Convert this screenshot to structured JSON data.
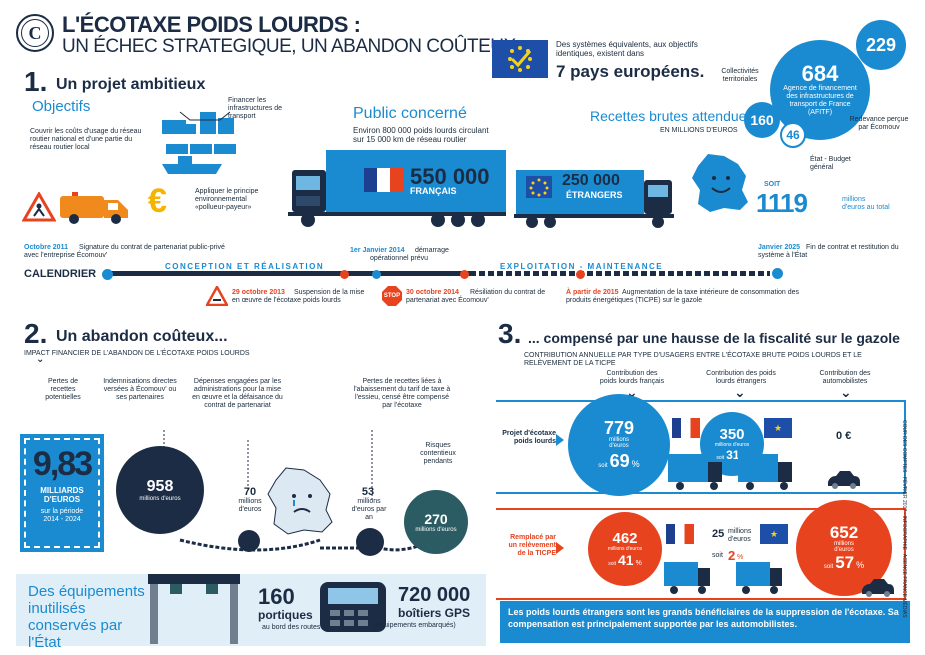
{
  "header": {
    "title": "L'ÉCOTAXE POIDS LOURDS :",
    "subtitle": "UN ÉCHEC STRATEGIQUE, UN ABANDON COÛTEUX",
    "eu_text": "Des systèmes équivalents, aux objectifs identiques, existent dans",
    "eu_big": "7 pays européens."
  },
  "section1": {
    "num": "1.",
    "title": "Un projet ambitieux",
    "objectifs": "Objectifs",
    "obj1": "Couvrir les coûts d'usage du réseau routier national et d'une partie du réseau routier local",
    "obj2": "Financer les infrastructures de transport",
    "obj3": "Appliquer le principe environnemental «pollueur-payeur»",
    "public_title": "Public concerné",
    "public_text": "Environ 800 000 poids lourds circulant sur 15 000 km de réseau routier",
    "fr_trucks": "550 000",
    "fr_label": "FRANÇAIS",
    "eu_trucks": "250 000",
    "eu_label": "ÉTRANGERS",
    "recettes_title": "Recettes brutes attendues",
    "recettes_unit": "EN MILLIONS D'EUROS",
    "c684": "684",
    "c684_label": "Agence de financement des infrastructures de transport de France (AFITF)",
    "c229": "229",
    "c229_label": "Redevance perçue par Écomouv",
    "c160": "160",
    "c160_label": "Collectivités territoriales",
    "c46": "46",
    "c46_label": "État - Budget général",
    "soit": "SOIT",
    "total": "1119",
    "total_unit": "millions d'euros au total"
  },
  "calendar": {
    "label": "CALENDRIER",
    "phase1": "CONCEPTION ET RÉALISATION",
    "phase2": "EXPLOITATION - MAINTENANCE",
    "e1_date": "Octobre 2011",
    "e1_text": "Signature du contrat de partenariat public-privé avec l'entreprise Écomouv'",
    "e2_date": "1er Janvier 2014",
    "e2_text": "démarrage opérationnel prévu",
    "e3_date": "Janvier 2025",
    "e3_text": "Fin de contrat et restitution du système à l'État",
    "e4_date": "29 octobre 2013",
    "e4_text": "Suspension de la mise en œuvre de l'écotaxe poids lourds",
    "e5_date": "30 octobre 2014",
    "e5_text": "Résiliation du contrat de partenariat avec Écomouv'",
    "stop": "STOP",
    "e6_date": "À partir de 2015",
    "e6_text": "Augmentation de la taxe intérieure de consommation des produits énergétiques (TICPE) sur le gazole"
  },
  "section2": {
    "num": "2.",
    "title": "Un abandon coûteux...",
    "subtitle": "IMPACT FINANCIER DE L'ABANDON DE L'ÉCOTAXE POIDS LOURDS",
    "l1": "Pertes de recettes potentielles",
    "l2": "Indemnisations directes versées à Écomouv' ou ses partenaires",
    "l3": "Dépenses engagées par les administrations pour la mise en œuvre et la défaisance du contrat de partenariat",
    "l4": "Pertes de recettes liées à l'abaissement du tarif de taxe à l'essieu, censé être compensé par l'écotaxe",
    "l5": "Risques contentieux pendants",
    "big": "9,83",
    "big_unit": "MILLIARDS D'EUROS",
    "big_period": "sur la période 2014 - 2024",
    "v958": "958",
    "v958_u": "millions d'euros",
    "v70": "70",
    "v70_u": "millions d'euros",
    "v53": "53",
    "v53_u": "millions d'euros par an",
    "v270": "270",
    "v270_u": "millions d'euros",
    "equip": "Des équipements inutilisés conservés par l'État",
    "portiques": "160",
    "portiques_l": "portiques",
    "portiques_s": "au bord des routes",
    "gps": "720 000",
    "gps_l": "boîtiers GPS",
    "gps_s": "(équipements embarqués)"
  },
  "section3": {
    "num": "3.",
    "title": "... compensé par une hausse de la fiscalité sur le gazole",
    "subtitle": "CONTRIBUTION ANNUELLE PAR TYPE D'USAGERS ENTRE L'ÉCOTAXE BRUTE POIDS LOURDS ET LE RELÈVEMENT DE LA TICPE",
    "col1": "Contribution des poids lourds français",
    "col2": "Contribution des poids lourds étrangers",
    "col3": "Contribution des automobilistes",
    "row1": "Projet d'écotaxe poids lourds",
    "row2": "Remplacé par un relèvement de la TICPE",
    "unit": "millions d'euros",
    "r1c1": "779",
    "r1c1p": "69",
    "r1c2": "350",
    "r1c2p": "31",
    "r1c3": "0 €",
    "r2c1": "462",
    "r2c1p": "41",
    "r2c2": "25",
    "r2c2p": "2",
    "r2c3": "652",
    "r2c3p": "57",
    "soit": "soit",
    "pct": "%",
    "conclusion": "Les poids lourds étrangers sont les grands bénéficiaires de la suppression de l'écotaxe. Sa compensation est principalement supportée par les automobilistes."
  },
  "credit": "COUR DES COMPTES - FÉVRIER 2017 - INFOGRAPHIE : AGENCE FRANCE MÉDIAS",
  "colors": {
    "navy": "#1b2c44",
    "blue": "#1a8bd1",
    "red": "#e8431f",
    "teal": "#2b5c63"
  }
}
